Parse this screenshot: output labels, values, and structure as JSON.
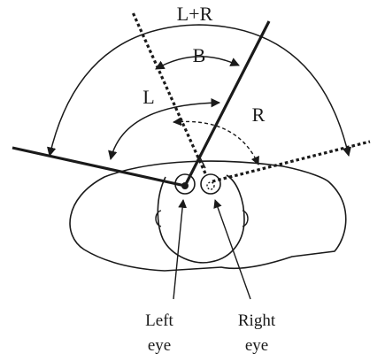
{
  "labels": {
    "lr": "L+R",
    "b": "B",
    "l": "L",
    "r": "R"
  },
  "eyes": {
    "left": {
      "line1": "Left",
      "line2": "eye"
    },
    "right": {
      "line1": "Right",
      "line2": "eye"
    }
  },
  "colors": {
    "ink": "#1a1a1a"
  }
}
